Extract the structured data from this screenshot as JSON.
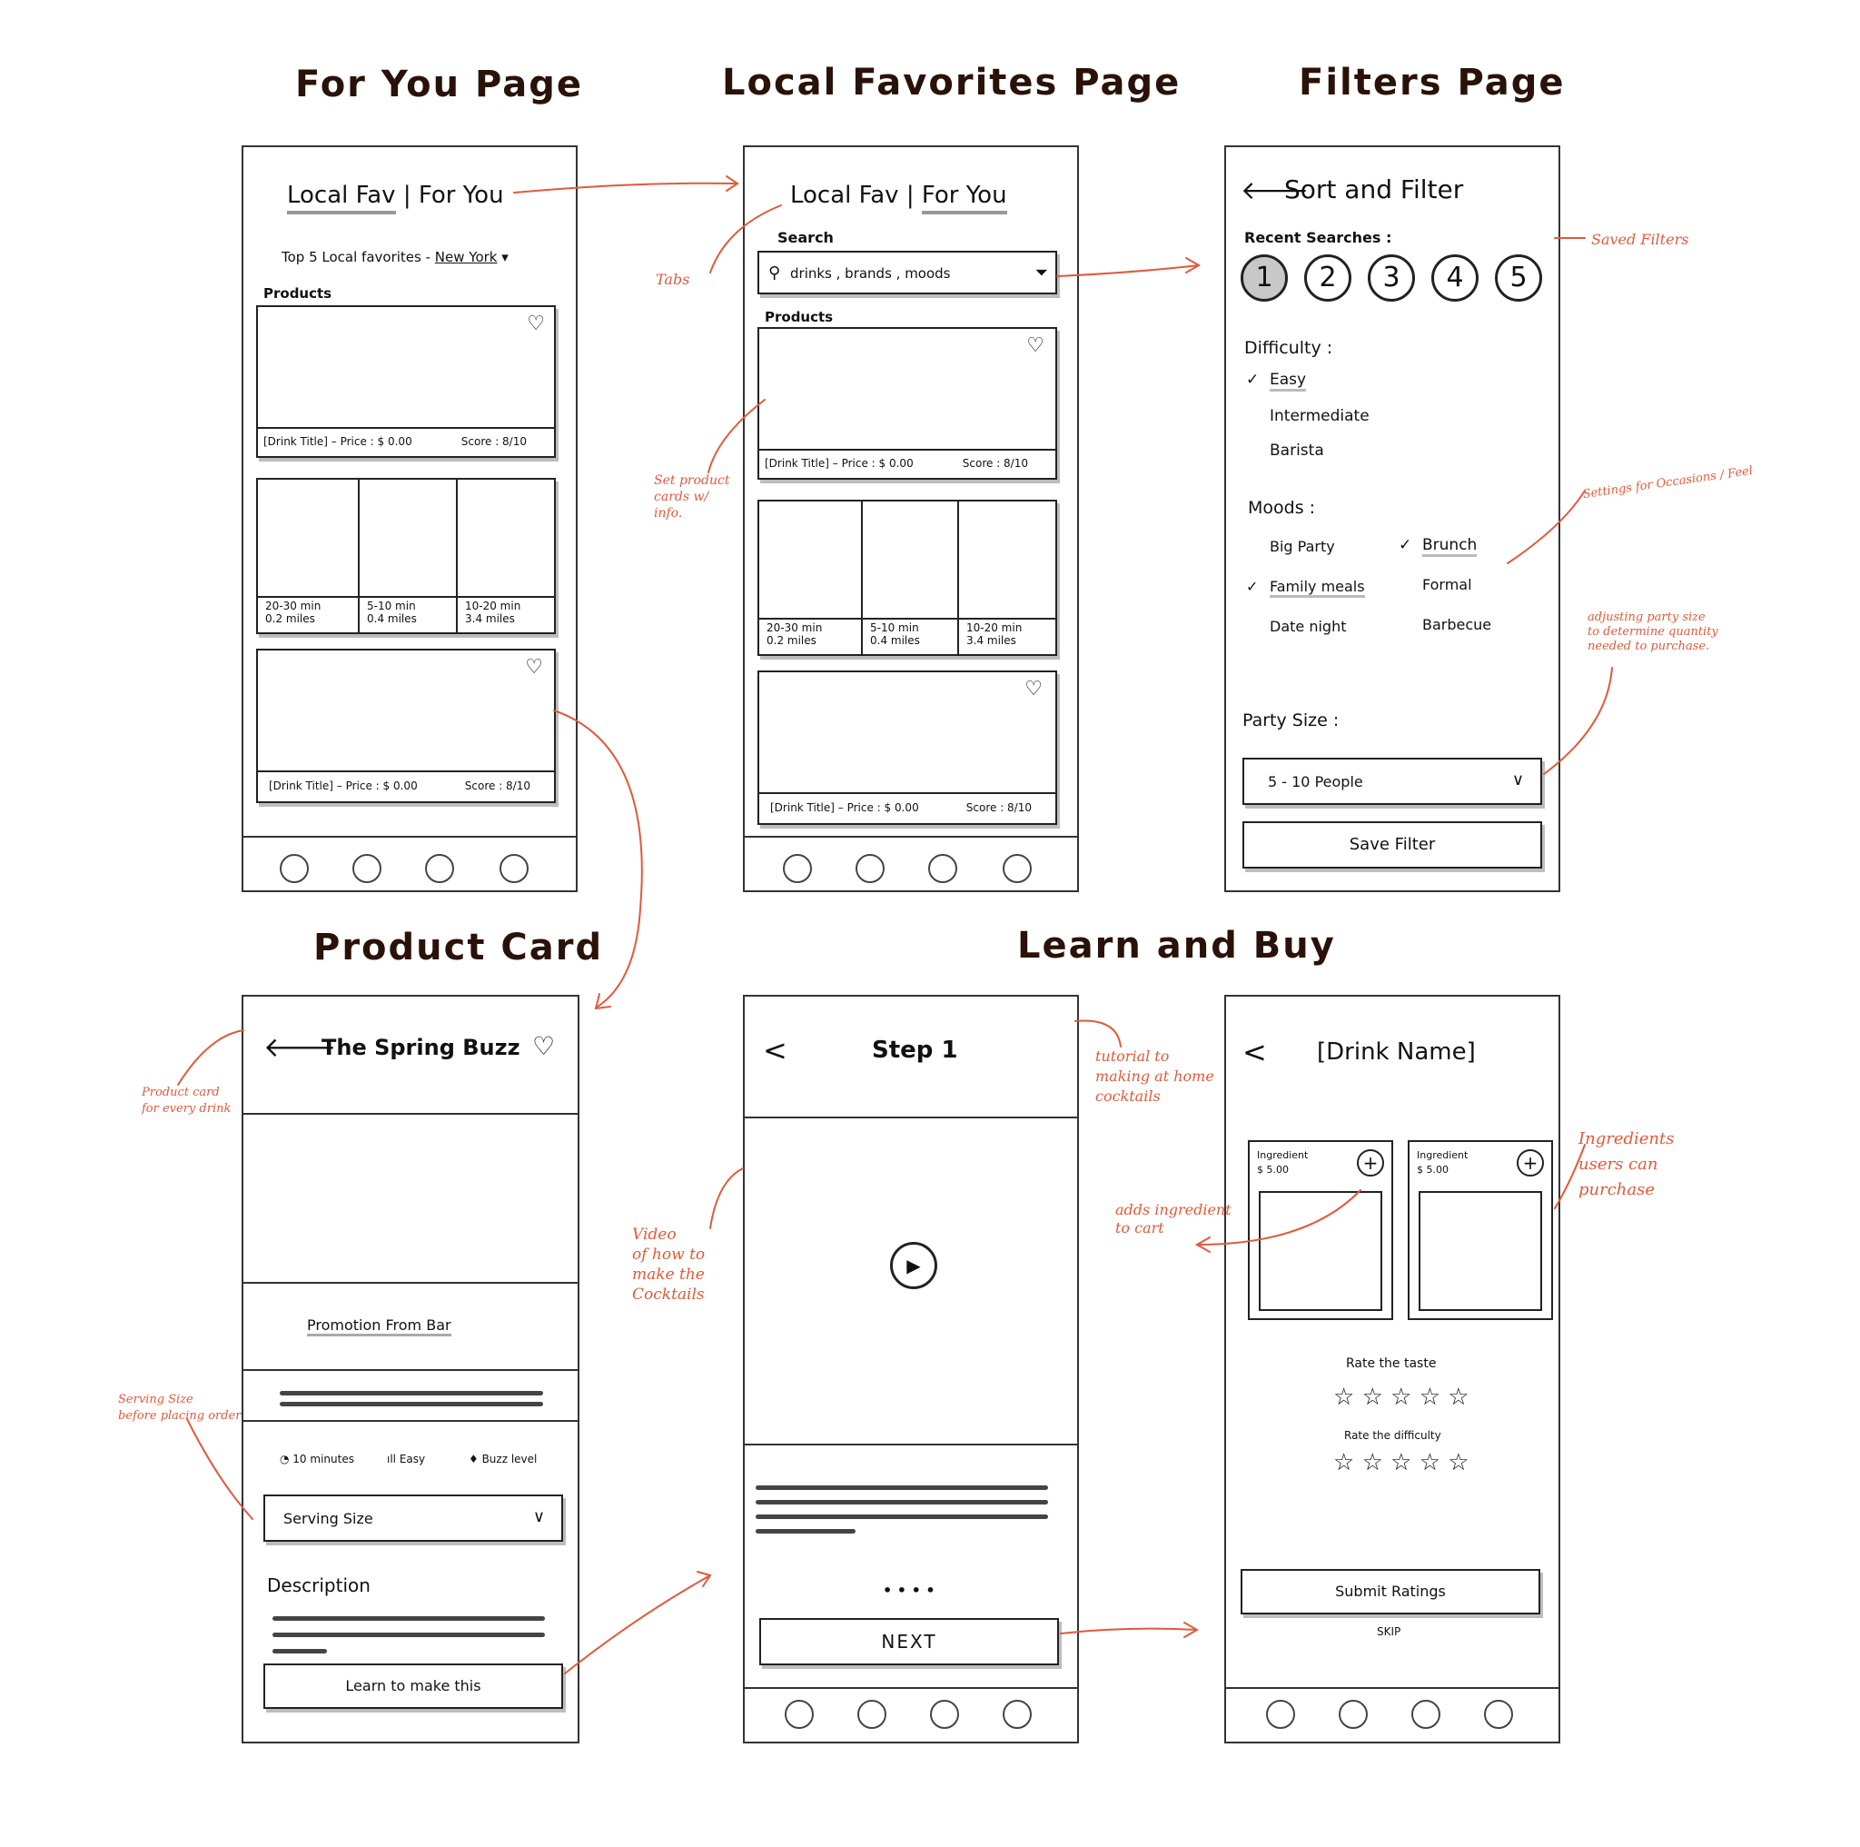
{
  "titles": {
    "for_you": "For You Page",
    "local_fav": "Local Favorites Page",
    "filters": "Filters Page",
    "product_card": "Product Card",
    "learn_buy": "Learn and Buy"
  },
  "for_you_page": {
    "tabs_left": "Local Fav",
    "tabs_sep": "|",
    "tabs_right": "For You",
    "subtitle": "Top 5 Local favorites -",
    "location": "New York",
    "location_caret": "▾",
    "products_label": "Products",
    "card_footer_title": "[Drink Title] – Price : $ 0.00",
    "card_footer_score": "Score : 8/10",
    "grid": [
      {
        "time": "20-30 min",
        "dist": "0.2 miles"
      },
      {
        "time": "5-10 min",
        "dist": "0.4 miles"
      },
      {
        "time": "10-20 min",
        "dist": "3.4 miles"
      }
    ]
  },
  "local_fav_page": {
    "tabs_left": "Local Fav",
    "tabs_sep": "|",
    "tabs_right": "For You",
    "search_label": "Search",
    "search_placeholder": "drinks , brands , moods",
    "products_label": "Products",
    "card_footer_title": "[Drink Title] – Price : $ 0.00",
    "card_footer_score": "Score : 8/10",
    "grid": [
      {
        "time": "20-30 min",
        "dist": "0.2 miles"
      },
      {
        "time": "5-10 min",
        "dist": "0.4 miles"
      },
      {
        "time": "10-20 min",
        "dist": "3.4 miles"
      }
    ]
  },
  "filters_page": {
    "back_arrow": "🡐",
    "title": "Sort and Filter",
    "recent_label": "Recent Searches :",
    "recent": [
      "1",
      "2",
      "3",
      "4",
      "5"
    ],
    "difficulty_label": "Difficulty :",
    "difficulty": [
      {
        "check": "✓",
        "label": "Easy"
      },
      {
        "check": "",
        "label": "Intermediate"
      },
      {
        "check": "",
        "label": "Barista"
      }
    ],
    "moods_label": "Moods :",
    "moods": [
      {
        "check": "",
        "label": "Big Party"
      },
      {
        "check": "✓",
        "label": "Brunch"
      },
      {
        "check": "✓",
        "label": "Family meals"
      },
      {
        "check": "",
        "label": "Formal"
      },
      {
        "check": "",
        "label": "Date night"
      },
      {
        "check": "",
        "label": "Barbecue"
      }
    ],
    "party_label": "Party Size :",
    "party_value": "5 - 10 People",
    "save_label": "Save  Filter"
  },
  "product_card_page": {
    "title": "The Spring Buzz",
    "promo": "Promotion From Bar",
    "meta": [
      "10 minutes",
      "Easy",
      "Buzz level"
    ],
    "serving": "Serving Size",
    "description": "Description",
    "learn_button": "Learn to make this"
  },
  "learn_page": {
    "back": "<",
    "title": "Step 1",
    "dots": "• • • •",
    "next": "NEXT"
  },
  "buy_page": {
    "back": "<",
    "title": "[Drink Name]",
    "ingredients": [
      {
        "name": "Ingredient",
        "price": "$ 5.00"
      },
      {
        "name": "Ingredient",
        "price": "$ 5.00"
      }
    ],
    "rate_taste": "Rate the taste",
    "rate_difficulty": "Rate the difficulty",
    "stars": "☆ ☆ ☆ ☆ ☆",
    "submit": "Submit Ratings",
    "skip": "SKIP"
  },
  "notes": {
    "tabs": "Tabs",
    "saved_filters": "Saved Filters",
    "set_cards": [
      "Set product",
      "cards w/",
      "info."
    ],
    "settings": "Settings for Occasions / Feel",
    "party": [
      "adjusting party size",
      "to determine quantity",
      "needed to purchase."
    ],
    "product_card": [
      "Product card",
      "for every drink"
    ],
    "serving": [
      "Serving Size",
      "before placing order"
    ],
    "tutorial": [
      "tutorial to",
      "making at home",
      "cocktails"
    ],
    "video": [
      "Video",
      "of how to",
      "make the",
      "Cocktails"
    ],
    "adds": [
      "adds ingredient",
      "to cart"
    ],
    "ingredients": [
      "Ingredients",
      "users can",
      "purchase"
    ]
  },
  "colors": {
    "accent": "#e05a3a",
    "highlight": "#f7c48c",
    "ink": "#222222"
  }
}
